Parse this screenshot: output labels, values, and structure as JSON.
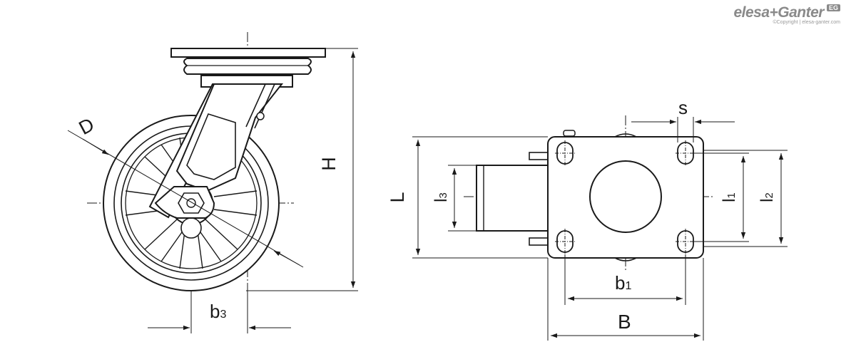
{
  "brand": {
    "name": "elesa+Ganter",
    "badge": "EG",
    "copyright": "©Copyright | elesa-ganter.com"
  },
  "labels": {
    "D": "D",
    "H": "H",
    "b3": "b3",
    "L": "L",
    "l3": "l3",
    "l1": "l1",
    "l2": "l2",
    "s": "s",
    "b1": "b1",
    "B": "B"
  }
}
